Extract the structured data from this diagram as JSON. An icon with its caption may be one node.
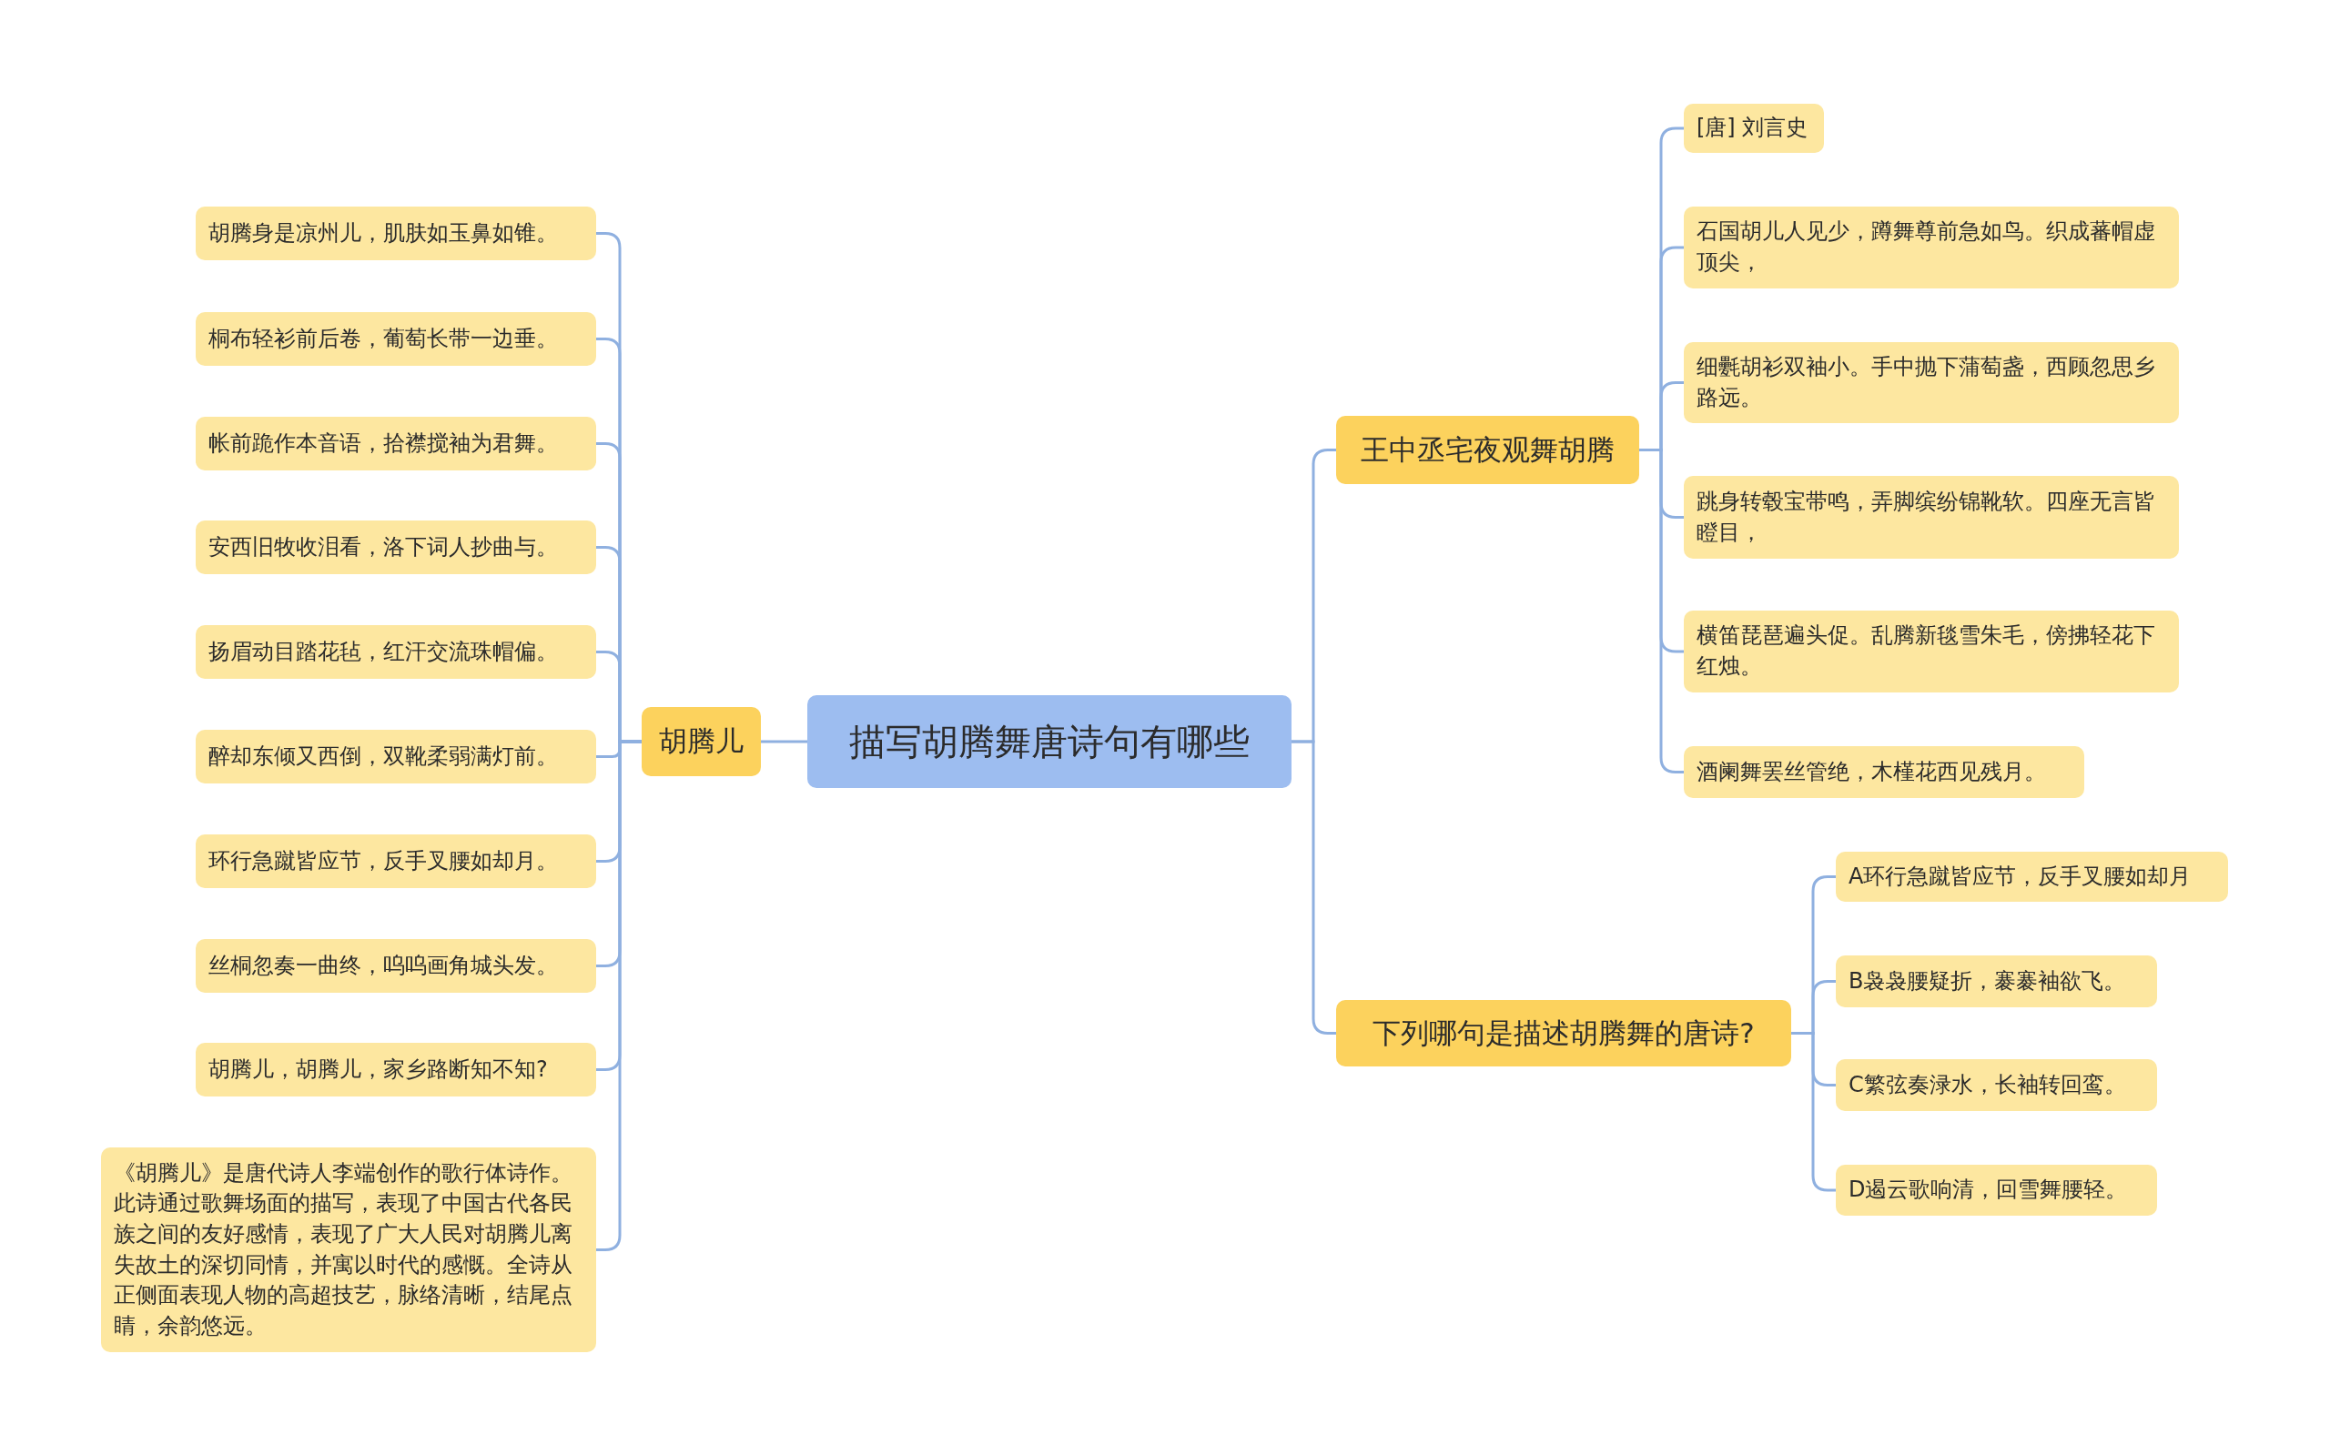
{
  "diagram": {
    "nodes": [
      {
        "text": [
          "描写胡腾舞唐诗句有哪些"
        ]
      },
      {
        "text": [
          "胡腾儿"
        ]
      },
      {
        "text": [
          "胡腾身是凉州儿，肌肤如玉鼻如锥。"
        ]
      },
      {
        "text": [
          "桐布轻衫前后卷，葡萄长带一边垂。"
        ]
      },
      {
        "text": [
          "帐前跪作本音语，拾襟搅袖为君舞。"
        ]
      },
      {
        "text": [
          "安西旧牧收泪看，洛下词人抄曲与。"
        ]
      },
      {
        "text": [
          "扬眉动目踏花毡，红汗交流珠帽偏。"
        ]
      },
      {
        "text": [
          "醉却东倾又西倒，双靴柔弱满灯前。"
        ]
      },
      {
        "text": [
          "环行急蹴皆应节，反手叉腰如却月。"
        ]
      },
      {
        "text": [
          "丝桐忽奏一曲终，呜呜画角城头发。"
        ]
      },
      {
        "text": [
          "胡腾儿，胡腾儿，家乡路断知不知?"
        ]
      },
      {
        "text": [
          "《胡腾儿》是唐代诗人李端创作的歌行体诗作。此诗通过歌舞场面的描写，表现了中国古代各民族之间的友好感情，表现了广大人民对胡腾儿离失故土的深切同情，并寓以时代的感慨。全诗从正侧面表现人物的高超技艺，脉络清晰，结尾点睛，余韵悠远。"
        ]
      },
      {
        "text": [
          "王中丞宅夜观舞胡腾"
        ]
      },
      {
        "text": [
          "[唐] 刘言史"
        ]
      },
      {
        "text": [
          "石国胡儿人见少，蹲舞尊前急如鸟。织成蕃帽虚顶尖，"
        ]
      },
      {
        "text": [
          "细氎胡衫双袖小。手中抛下蒲萄盏，西顾忽思乡路远。"
        ]
      },
      {
        "text": [
          "跳身转毂宝带鸣，弄脚缤纷锦靴软。四座无言皆瞪目，"
        ]
      },
      {
        "text": [
          "横笛琵琶遍头促。乱腾新毯雪朱毛，傍拂轻花下红烛。"
        ]
      },
      {
        "text": [
          "酒阑舞罢丝管绝，木槿花西见残月。"
        ]
      },
      {
        "text": [
          "下列哪句是描述胡腾舞的唐诗?"
        ]
      },
      {
        "text": [
          "A环行急蹴皆应节，反手叉腰如却月"
        ]
      },
      {
        "text": [
          "B袅袅腰疑折，褰褰袖欲飞。"
        ]
      },
      {
        "text": [
          "C繁弦奏渌水，长袖转回鸾。"
        ]
      },
      {
        "text": [
          "D遏云歌响清，回雪舞腰轻。"
        ]
      }
    ],
    "edges": [
      {
        "from": 0,
        "to": 1,
        "arrow": "none"
      },
      {
        "from": 1,
        "to": 2,
        "arrow": "none"
      },
      {
        "from": 1,
        "to": 3,
        "arrow": "none"
      },
      {
        "from": 1,
        "to": 4,
        "arrow": "none"
      },
      {
        "from": 1,
        "to": 5,
        "arrow": "none"
      },
      {
        "from": 1,
        "to": 6,
        "arrow": "none"
      },
      {
        "from": 1,
        "to": 7,
        "arrow": "none"
      },
      {
        "from": 1,
        "to": 8,
        "arrow": "none"
      },
      {
        "from": 1,
        "to": 9,
        "arrow": "none"
      },
      {
        "from": 1,
        "to": 10,
        "arrow": "none"
      },
      {
        "from": 1,
        "to": 11,
        "arrow": "none"
      },
      {
        "from": 0,
        "to": 12,
        "arrow": "none"
      },
      {
        "from": 12,
        "to": 13,
        "arrow": "none"
      },
      {
        "from": 12,
        "to": 14,
        "arrow": "none"
      },
      {
        "from": 12,
        "to": 15,
        "arrow": "none"
      },
      {
        "from": 12,
        "to": 16,
        "arrow": "none"
      },
      {
        "from": 12,
        "to": 17,
        "arrow": "none"
      },
      {
        "from": 12,
        "to": 18,
        "arrow": "none"
      },
      {
        "from": 0,
        "to": 19,
        "arrow": "none"
      },
      {
        "from": 19,
        "to": 20,
        "arrow": "none"
      },
      {
        "from": 19,
        "to": 21,
        "arrow": "none"
      },
      {
        "from": 19,
        "to": 22,
        "arrow": "none"
      },
      {
        "from": 19,
        "to": 23,
        "arrow": "none"
      }
    ]
  }
}
